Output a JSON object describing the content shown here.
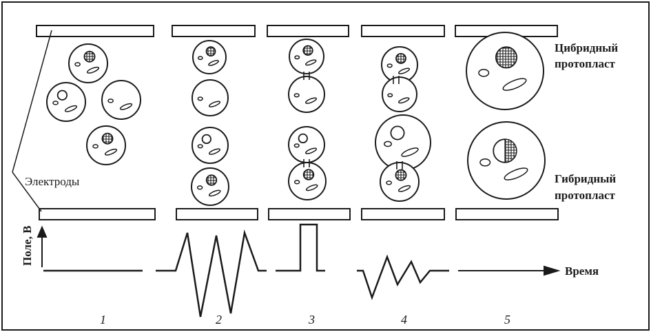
{
  "labels": {
    "electrodes": "Электроды",
    "cybrid_line1": "Цибридный",
    "cybrid_line2": "протопласт",
    "hybrid_line1": "Гибридный",
    "hybrid_line2": "протопласт",
    "field_axis": "Поле, В",
    "time_axis": "Время"
  },
  "stages": [
    "1",
    "2",
    "3",
    "4",
    "5"
  ],
  "colors": {
    "ink": "#1a1a1a",
    "background": "#ffffff"
  }
}
